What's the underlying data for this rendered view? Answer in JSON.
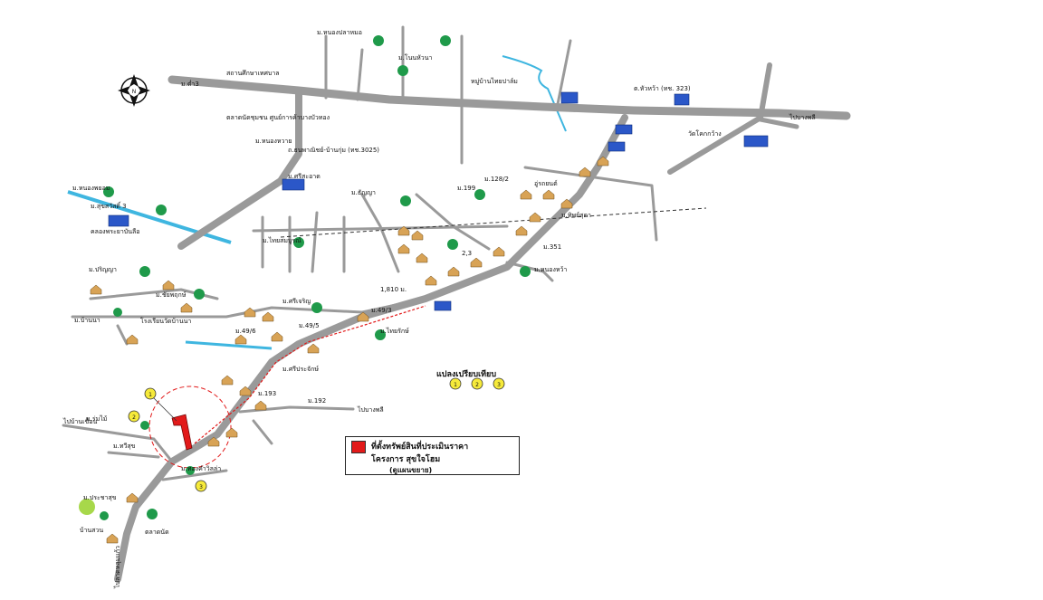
{
  "map": {
    "region_labels": [
      {
        "id": "moo-top-1",
        "text": "ม.หนองปลาหมอ"
      },
      {
        "id": "moo-top-2",
        "text": "ม.โนนหัวนา"
      },
      {
        "id": "school-top",
        "text": "สถานศึกษาเทศบาล"
      },
      {
        "id": "moo-center",
        "text": "ม.ต่ำ3"
      },
      {
        "id": "market",
        "text": "ตลาดนัดชุมชน ศูนย์การค้าบางบัวทอง"
      },
      {
        "id": "moo-mid-1",
        "text": "ม.หนองหวาย"
      },
      {
        "id": "road-ref",
        "text": "ถ.ธนพาณิชย์-บ้านกุ่ม (ทช.3025)"
      },
      {
        "id": "moo-mid-2",
        "text": "ม.ศรีสะอาด"
      },
      {
        "id": "vil-1",
        "text": "หมู่บ้านไทยปาล์ม"
      },
      {
        "id": "moo-right",
        "text": "ต.หัวหว้า (ทช. 323)"
      },
      {
        "id": "temple",
        "text": "วัดโคกกว้าง"
      },
      {
        "id": "moo-left-1",
        "text": "ม.หนองพยอม"
      },
      {
        "id": "moo-left-2",
        "text": "ม.สุขสวัสดิ์ 3"
      },
      {
        "id": "canal",
        "text": "คลองพระยาบันลือ"
      },
      {
        "id": "moo-c1",
        "text": "ม.ธัญญา"
      },
      {
        "id": "moo-c2",
        "text": "ม.199"
      },
      {
        "id": "moo-c3",
        "text": "ม.128/2"
      },
      {
        "id": "moo-c4",
        "text": "อู่รถยนต์"
      },
      {
        "id": "moo-c5",
        "text": "ม.ไทยสมบูรณ์"
      },
      {
        "id": "moo-c6",
        "text": "ม.หนองหว้า"
      },
      {
        "id": "moo-c7",
        "text": "ม.351"
      },
      {
        "id": "moo-c8",
        "text": "ม.ทิพย์สุดา"
      },
      {
        "id": "moo-w1",
        "text": "ม.ปริญญา"
      },
      {
        "id": "moo-w2",
        "text": "ม.ชัยพฤกษ์"
      },
      {
        "id": "moo-w3",
        "text": "ม.บ้านนา"
      },
      {
        "id": "school-w",
        "text": "โรงเรียนวัดบ้านนา"
      },
      {
        "id": "moo-w4",
        "text": "ม.49/5"
      },
      {
        "id": "moo-w5",
        "text": "ม.49/3"
      },
      {
        "id": "moo-w6",
        "text": "ม.ไทยรักษ์"
      },
      {
        "id": "moo-w7",
        "text": "ม.49/6"
      },
      {
        "id": "moo-w8",
        "text": "ม.ศรีเจริญ"
      },
      {
        "id": "moo-w9",
        "text": "ม.ศรีประจักษ์"
      },
      {
        "id": "moo-s1",
        "text": "ม.193"
      },
      {
        "id": "moo-s2",
        "text": "ม.192"
      },
      {
        "id": "moo-s3",
        "text": "ม.ร่มไม้"
      },
      {
        "id": "moo-s4",
        "text": "ม.ทวีสุข"
      },
      {
        "id": "moo-s5",
        "text": "ม.ทองคำวิลล่า"
      },
      {
        "id": "moo-s6",
        "text": "ม.ประชาสุข"
      },
      {
        "id": "moo-s7",
        "text": "บ้านสวน"
      },
      {
        "id": "moo-s8",
        "text": "ตลาดนัด"
      },
      {
        "id": "left-road",
        "text": "ไปบ้านเขื่อน"
      },
      {
        "id": "right-road",
        "text": "ไปบางพลี"
      },
      {
        "id": "east-exit",
        "text": "ไปบางพลี"
      },
      {
        "id": "south-exit",
        "text": "ไปลาดหลุมแก้ว"
      }
    ],
    "distance_label": "1,810 ม.",
    "route_numbers": [
      "2,3"
    ],
    "compass_letter": "N",
    "comparables_title": "แปลงเปรียบเทียบ",
    "comparables": [
      "1",
      "2",
      "3"
    ],
    "subject_marker": "1",
    "marker_colors": {
      "subject": "#e21a1a",
      "comparable_fill": "#f6ea3a",
      "road": "#9a9a9a",
      "canal": "#3fb6e0",
      "building_blue": "#2b57c8",
      "tree": "#1f9a4a",
      "house": "#d8a356"
    }
  },
  "legend": {
    "line1": "ที่ตั้งทรัพย์สินที่ประเมินราคา",
    "line2": "โครงการ สุขใจโฮม",
    "line3": "(ดูแผนขยาย)",
    "swatch_color": "#e21a1a"
  }
}
